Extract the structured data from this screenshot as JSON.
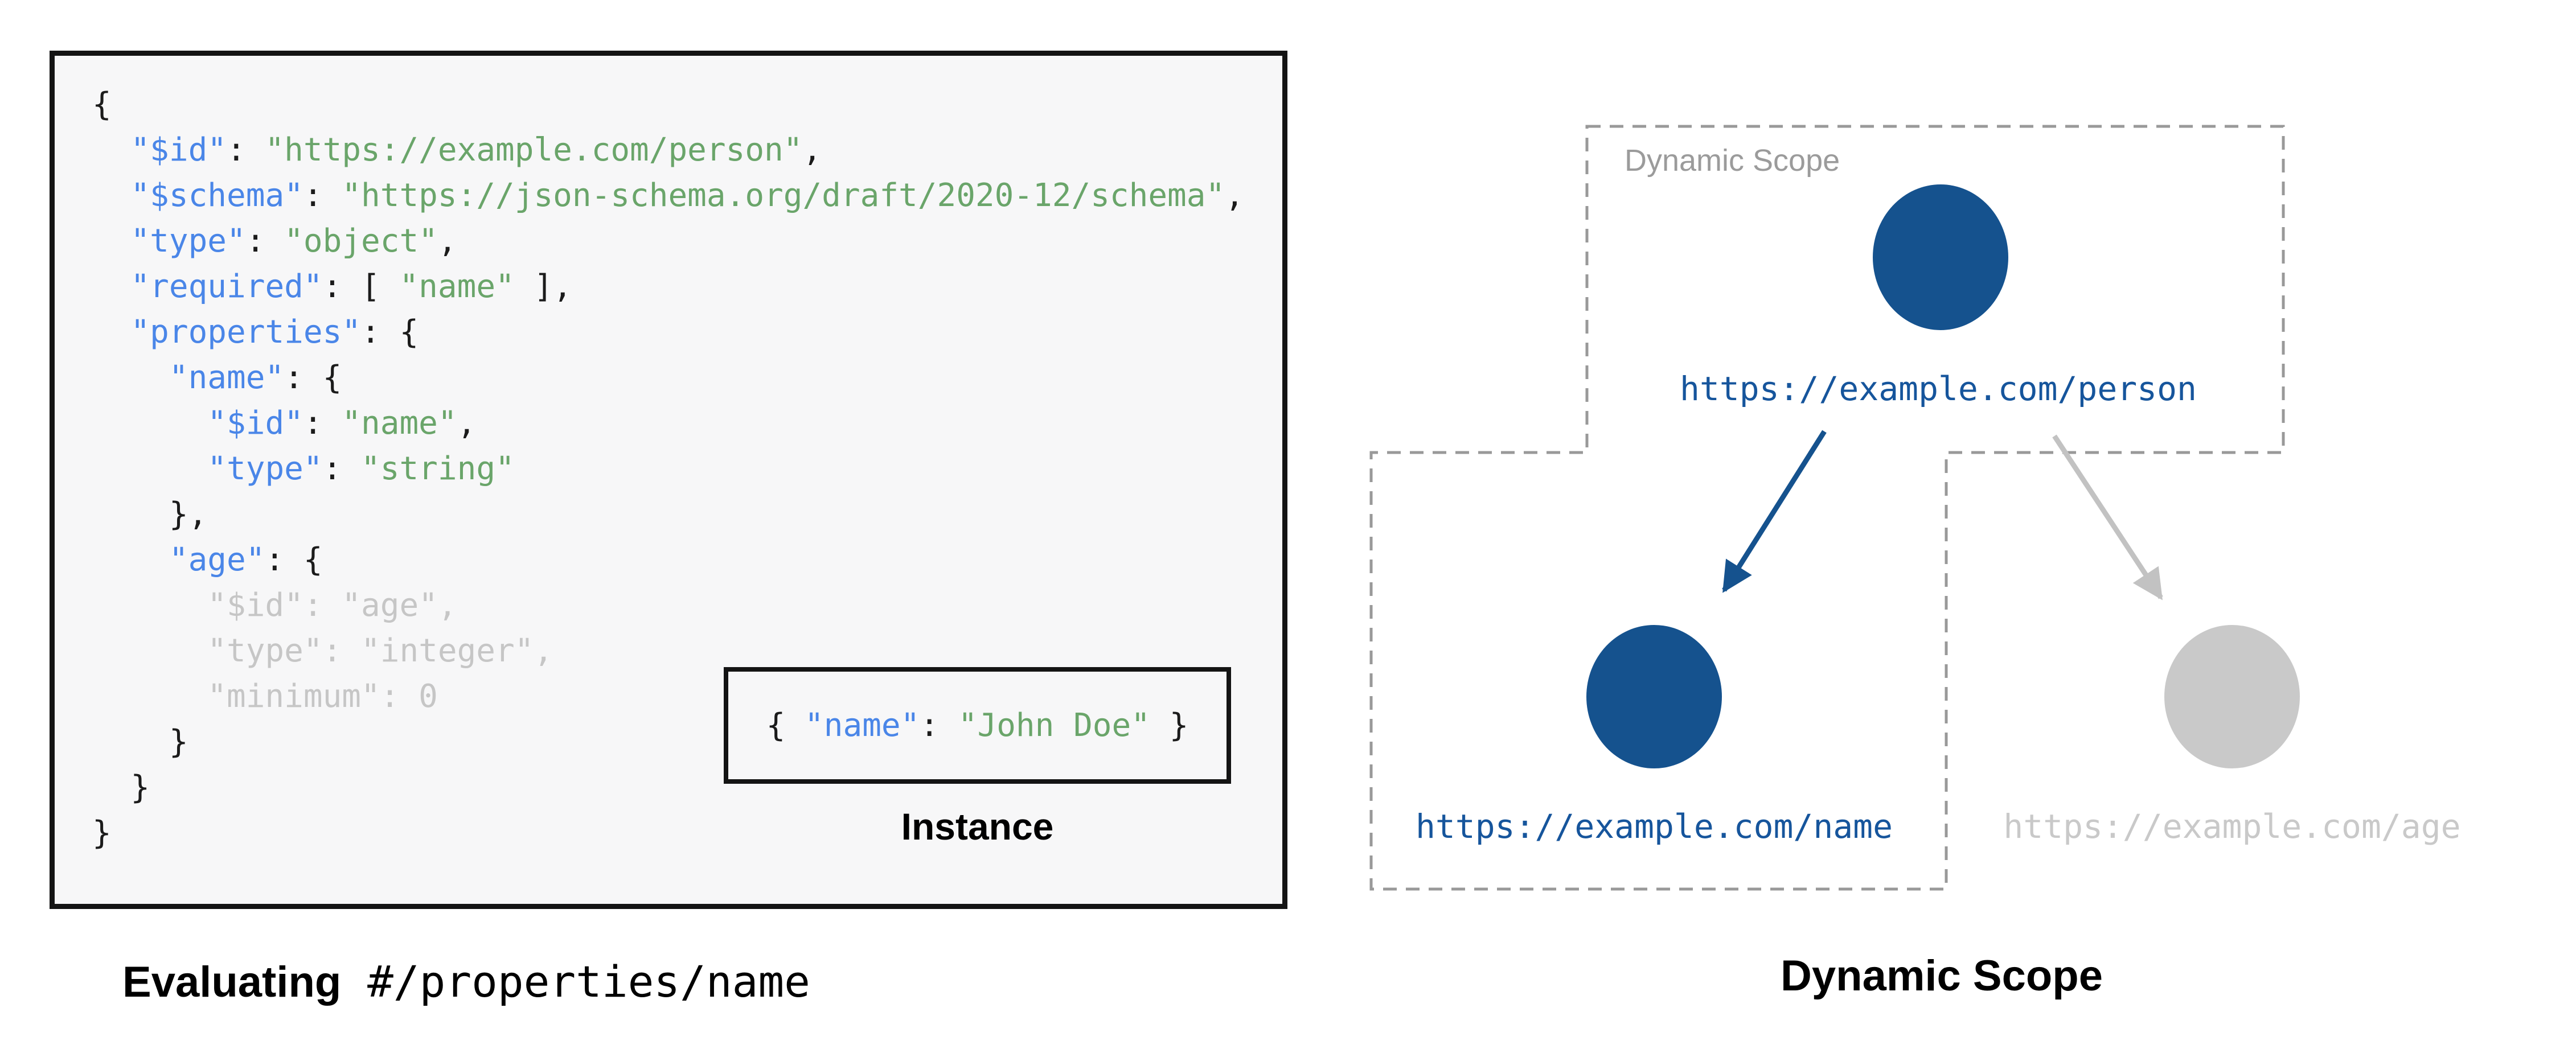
{
  "left_panel": {
    "code_lines": [
      [
        [
          "p",
          "{"
        ]
      ],
      [
        [
          "p",
          "  "
        ],
        [
          "k",
          "\"$id\""
        ],
        [
          "p",
          ": "
        ],
        [
          "s",
          "\"https://example.com/person\""
        ],
        [
          "p",
          ","
        ]
      ],
      [
        [
          "p",
          "  "
        ],
        [
          "k",
          "\"$schema\""
        ],
        [
          "p",
          ": "
        ],
        [
          "s",
          "\"https://json-schema.org/draft/2020-12/schema\""
        ],
        [
          "p",
          ","
        ]
      ],
      [
        [
          "p",
          "  "
        ],
        [
          "k",
          "\"type\""
        ],
        [
          "p",
          ": "
        ],
        [
          "s",
          "\"object\""
        ],
        [
          "p",
          ","
        ]
      ],
      [
        [
          "p",
          "  "
        ],
        [
          "k",
          "\"required\""
        ],
        [
          "p",
          ": [ "
        ],
        [
          "s",
          "\"name\""
        ],
        [
          "p",
          " ],"
        ]
      ],
      [
        [
          "p",
          "  "
        ],
        [
          "k",
          "\"properties\""
        ],
        [
          "p",
          ": {"
        ]
      ],
      [
        [
          "p",
          "    "
        ],
        [
          "k",
          "\"name\""
        ],
        [
          "p",
          ": {"
        ]
      ],
      [
        [
          "p",
          "      "
        ],
        [
          "k",
          "\"$id\""
        ],
        [
          "p",
          ": "
        ],
        [
          "s",
          "\"name\""
        ],
        [
          "p",
          ","
        ]
      ],
      [
        [
          "p",
          "      "
        ],
        [
          "k",
          "\"type\""
        ],
        [
          "p",
          ": "
        ],
        [
          "s",
          "\"string\""
        ]
      ],
      [
        [
          "p",
          "    },"
        ]
      ],
      [
        [
          "p",
          "    "
        ],
        [
          "k",
          "\"age\""
        ],
        [
          "p",
          ": {"
        ]
      ],
      [
        [
          "d",
          "      \"$id\": \"age\","
        ]
      ],
      [
        [
          "d",
          "      \"type\": \"integer\","
        ]
      ],
      [
        [
          "d",
          "      \"minimum\": 0"
        ]
      ],
      [
        [
          "p",
          "    }"
        ]
      ],
      [
        [
          "p",
          "  }"
        ]
      ],
      [
        [
          "p",
          "}"
        ]
      ]
    ],
    "instance_box": {
      "tokens": [
        [
          [
            "p",
            "{ "
          ],
          [
            "k",
            "\"name\""
          ],
          [
            "p",
            ": "
          ],
          [
            "s",
            "\"John Doe\""
          ],
          [
            "p",
            " }"
          ]
        ]
      ],
      "caption": "Instance"
    },
    "caption": {
      "bold": "Evaluating",
      "mono": "#/properties/name"
    }
  },
  "right_panel": {
    "scope_region_label": "Dynamic Scope",
    "nodes": {
      "person": {
        "label": "https://example.com/person",
        "state": "active"
      },
      "name": {
        "label": "https://example.com/name",
        "state": "active"
      },
      "age": {
        "label": "https://example.com/age",
        "state": "inactive"
      }
    },
    "caption": "Dynamic Scope"
  },
  "colors": {
    "key_blue": "#4a86e8",
    "string_green": "#6aa56a",
    "punct_black": "#1b1b1b",
    "dim_gray": "#c6c6c6",
    "node_blue": "#15528e",
    "node_label_blue": "#16559c",
    "inactive_gray": "#c9c9c9",
    "arrow_gray": "#c2c2c2",
    "dash_border_gray": "#999999",
    "scope_label_gray": "#9b9b9b",
    "code_bg": "#f7f7f8",
    "border_black": "#141414"
  }
}
